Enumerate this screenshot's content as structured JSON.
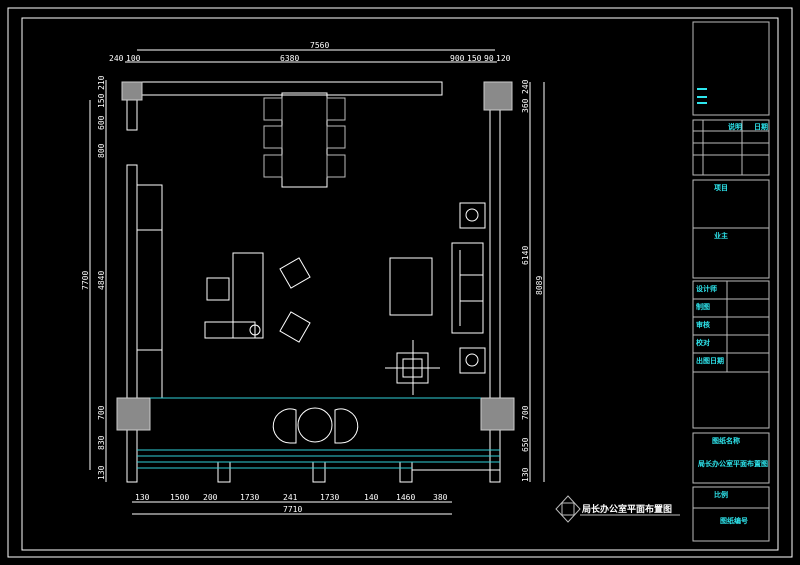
{
  "drawing": {
    "title": "局长办公室平面布置图",
    "colors": {
      "background": "#000000",
      "lines": "#ffffff",
      "annotation": "#2ee6ee",
      "columns": "#8a8a8a"
    },
    "dimensions": {
      "top_total": "7560",
      "top": [
        "240",
        "100",
        "6380",
        "900",
        "150",
        "90",
        "120"
      ],
      "left_total": "7700",
      "left": [
        "210",
        "150",
        "600",
        "800",
        "4840",
        "700",
        "830",
        "130"
      ],
      "right_total": "8089",
      "right": [
        "240",
        "360",
        "6140",
        "700",
        "650",
        "130"
      ],
      "bottom_total": "7710",
      "bottom": [
        "130",
        "1500",
        "200",
        "1730",
        "241",
        "1730",
        "140",
        "1460",
        "380"
      ]
    }
  },
  "title_block": {
    "notes": [
      "说明",
      "日期"
    ],
    "project_label": "项目",
    "client_label": "业主",
    "roles": [
      "设计师",
      "制图",
      "审核",
      "校对",
      "出图日期"
    ],
    "drawing_name_label": "图纸名称",
    "drawing_name": "局长办公室平面布置图",
    "scale_label": "比例",
    "drawing_no_label": "图纸编号"
  }
}
